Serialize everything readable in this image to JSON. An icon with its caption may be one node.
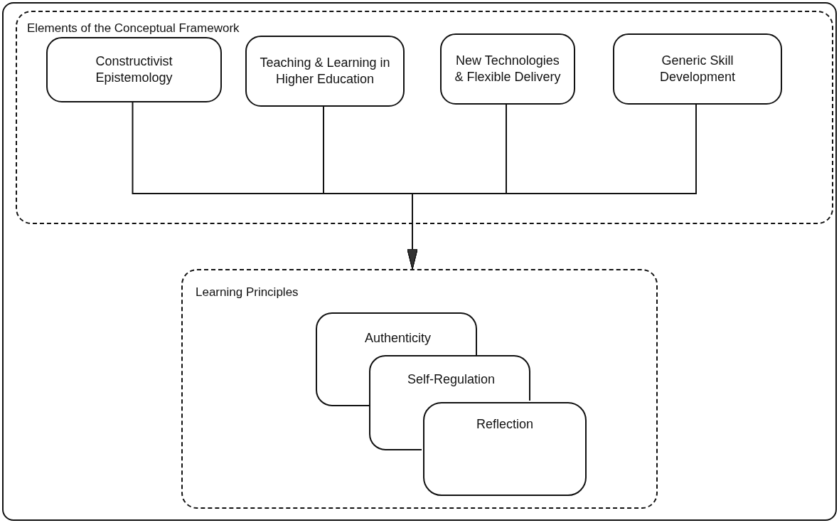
{
  "diagram": {
    "nodes": [
      {
        "text": [
          "Elements of the Conceptual Framework"
        ]
      },
      {
        "text": [
          "Constructivist Epistemology"
        ],
        "in": 0
      },
      {
        "text": [
          "Teaching & Learning in Higher Education"
        ],
        "in": 0
      },
      {
        "text": [
          "New Technologies & Flexible Delivery"
        ],
        "in": 0
      },
      {
        "text": [
          "Generic Skill Development"
        ],
        "in": 0
      },
      {
        "text": [
          "Learning Principles"
        ]
      },
      {
        "text": [
          "Authenticity"
        ],
        "in": 5
      },
      {
        "text": [
          "Self-Regulation"
        ],
        "in": 5
      },
      {
        "text": [
          "Reflection"
        ],
        "in": 5
      }
    ],
    "edges": [
      {
        "from": 1,
        "to": 5,
        "arrow": "to"
      },
      {
        "from": 2,
        "to": 5,
        "arrow": "to"
      },
      {
        "from": 3,
        "to": 5,
        "arrow": "to"
      },
      {
        "from": 4,
        "to": 5,
        "arrow": "to"
      }
    ]
  }
}
